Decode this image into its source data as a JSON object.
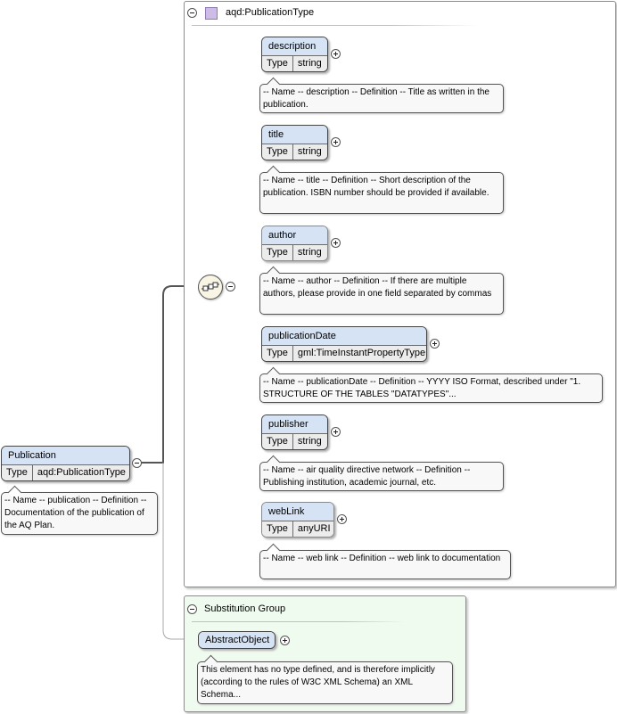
{
  "publication_type_box": {
    "title": "aqd:PublicationType",
    "elements": [
      {
        "name": "description",
        "type_label": "Type",
        "type_value": "string",
        "doc": "-- Name -- description -- Definition -- Title as written in the publication."
      },
      {
        "name": "title",
        "type_label": "Type",
        "type_value": "string",
        "doc": "-- Name -- title -- Definition -- Short description of the publication. ISBN number should be provided if available."
      },
      {
        "name": "author",
        "type_label": "Type",
        "type_value": "string",
        "doc": "-- Name -- author -- Definition -- If there are multiple authors, please provide in one field separated by commas"
      },
      {
        "name": "publicationDate",
        "type_label": "Type",
        "type_value": "gml:TimeInstantPropertyType",
        "doc": "-- Name -- publicationDate -- Definition -- YYYY ISO Format, described under \"1. STRUCTURE OF THE TABLES \"DATATYPES\"..."
      },
      {
        "name": "publisher",
        "type_label": "Type",
        "type_value": "string",
        "doc": "-- Name -- air quality directive network -- Definition -- Publishing institution, academic journal, etc."
      },
      {
        "name": "webLink",
        "type_label": "Type",
        "type_value": "anyURI",
        "doc": "-- Name -- web link -- Definition -- web link to documentation"
      }
    ]
  },
  "root_element": {
    "name": "Publication",
    "type_label": "Type",
    "type_value": "aqd:PublicationType",
    "doc": "-- Name -- publication -- Definition -- Documentation of the publication of the AQ Plan."
  },
  "substitution_group": {
    "title": "Substitution Group",
    "element_name": "AbstractObject",
    "doc": "This element has no type defined, and is therefore implicitly (according to the rules of W3C XML Schema) an XML Schema..."
  },
  "icons": {
    "sequence": "sequence-compositor-icon",
    "complex_type": "complex-type-icon",
    "collapse": "collapse-icon",
    "expand": "expand-icon"
  },
  "colors": {
    "element_header": "#d5e3f5",
    "type_row": "#ececec",
    "substitution_bg": "#f0fbef",
    "type_icon": "#cdbde6"
  }
}
